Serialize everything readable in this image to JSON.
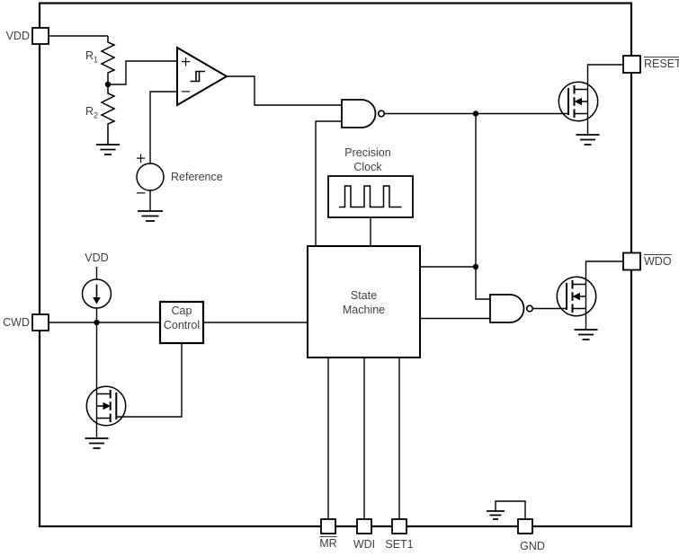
{
  "chip": {
    "pins": {
      "vdd": {
        "label": "VDD"
      },
      "cwd": {
        "label": "CWD"
      },
      "reset": {
        "label": "RESET"
      },
      "wdo": {
        "label": "WDO"
      },
      "mr": {
        "label": "MR"
      },
      "wdi": {
        "label": "WDI"
      },
      "set1": {
        "label": "SET1"
      },
      "gnd": {
        "label": "GND"
      }
    },
    "blocks": {
      "precision_clock": {
        "line1": "Precision",
        "line2": "Clock"
      },
      "state_machine": {
        "line1": "State",
        "line2": "Machine"
      },
      "cap_control": {
        "line1": "Cap",
        "line2": "Control"
      }
    },
    "components": {
      "r1": {
        "base": "R",
        "sub": "1"
      },
      "r2": {
        "base": "R",
        "sub": "2"
      },
      "reference": {
        "label": "Reference",
        "plus": "+",
        "minus": "−"
      },
      "comparator": {
        "plus": "+",
        "minus": "−"
      },
      "internal_supply": {
        "label": "VDD"
      }
    },
    "colors": {
      "line": "#000000",
      "text": "#3f3f3f",
      "background": "#ffffff"
    }
  }
}
